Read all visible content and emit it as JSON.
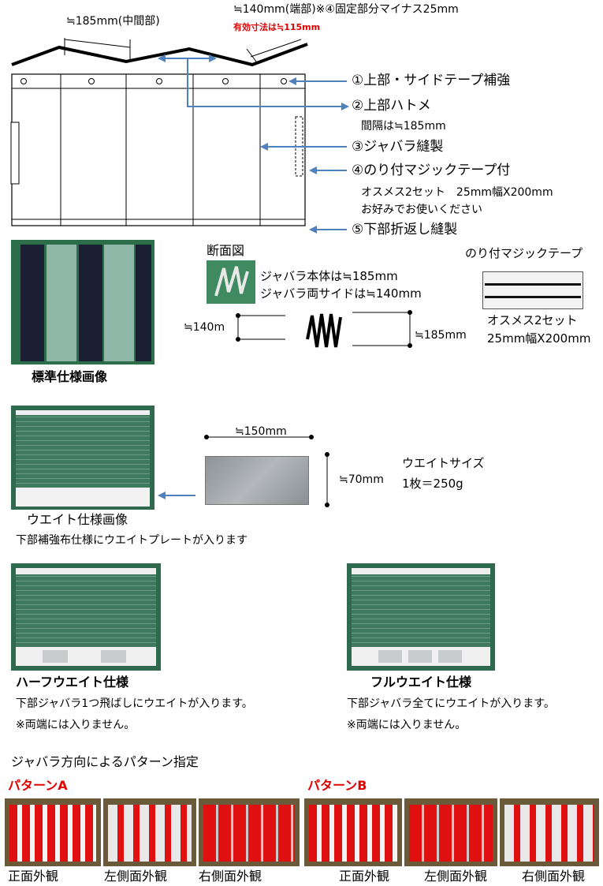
{
  "top_dim_middle": "≒185mm(中間部)",
  "top_dim_end": "≒140mm(端部)※④固定部分マイナス25mm",
  "top_dim_effective": "有効寸法は≒115mm",
  "callouts": [
    {
      "label": "①上部・サイドテープ補強"
    },
    {
      "label": "②上部ハトメ",
      "sub": "間隔は≒185mm"
    },
    {
      "label": "③ジャバラ縫製"
    },
    {
      "label": "④のり付マジックテープ付",
      "sub1": "オスメス2セット　25mm幅X200mm",
      "sub2": "お好みでお使いください"
    },
    {
      "label": "⑤下部折返し縫製"
    }
  ],
  "standard": {
    "caption": "標準仕様画像"
  },
  "section": {
    "title": "断面図",
    "line1": "ジャバラ本体は≒185mm",
    "line2": "ジャバラ両サイドは≒140mm",
    "dim_left": "≒140m",
    "dim_right": "≒185mm"
  },
  "velcro": {
    "title": "のり付マジックテープ",
    "line1": "オスメス2セット",
    "line2": "25mm幅X200mm"
  },
  "weight": {
    "caption": "ウエイト仕様画像",
    "note": "下部補強布仕様にウエイトプレートが入ります",
    "dim_width": "≒150mm",
    "dim_height": "≒70mm",
    "size_title": "ウエイトサイズ",
    "size_value": "1枚＝250g"
  },
  "half": {
    "title": "ハーフウエイト仕様",
    "line1": "下部ジャバラ1つ飛ばしにウエイトが入ります。",
    "line2": "※両端には入りません。"
  },
  "full": {
    "title": "フルウエイト仕様",
    "line1": "下部ジャバラ全てにウエイトが入ります。",
    "line2": "※両端には入りません。"
  },
  "pattern": {
    "heading": "ジャバラ方向によるパターン指定",
    "a_label": "パターンA",
    "b_label": "パターンB",
    "views": [
      "正面外観",
      "左側面外観",
      "右側面外観"
    ]
  },
  "colors": {
    "arrow": "#4f81bd",
    "red": "#e00000",
    "curtain_red": "#e01010"
  }
}
